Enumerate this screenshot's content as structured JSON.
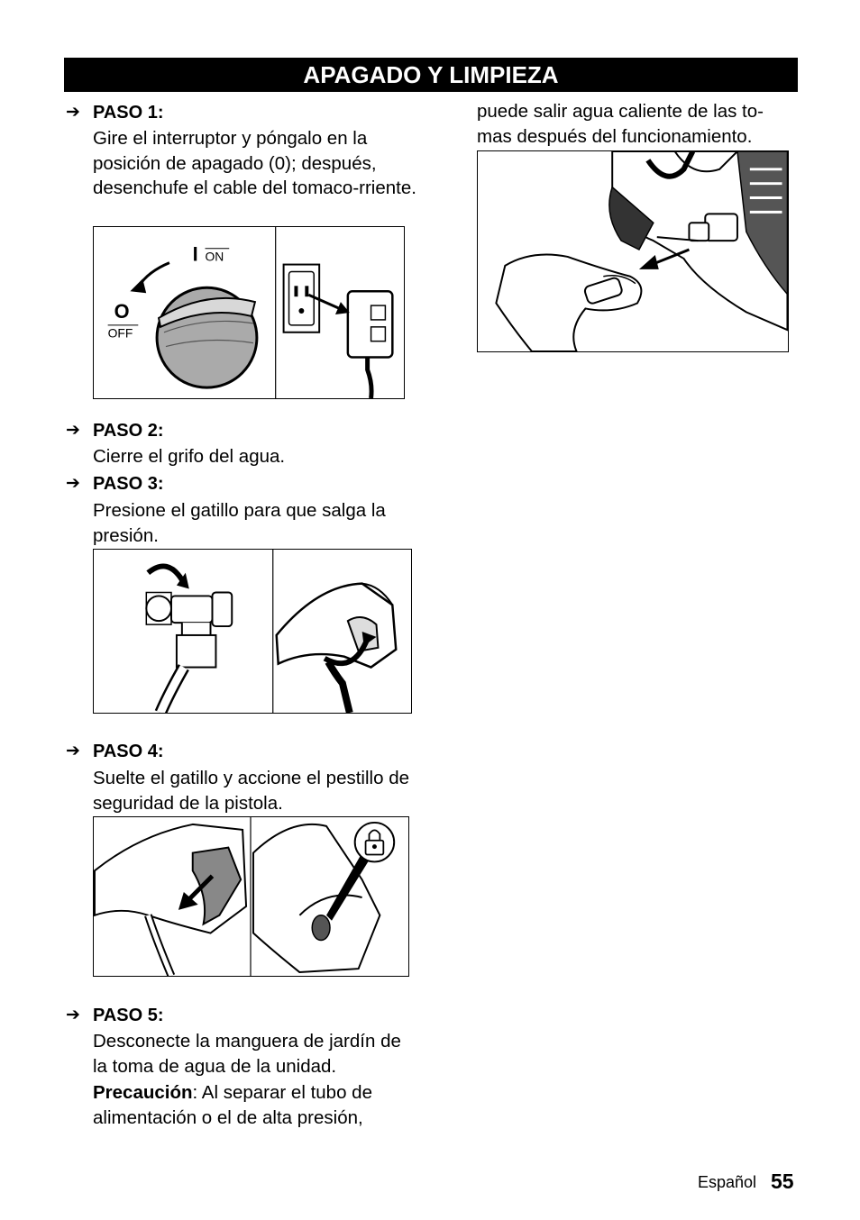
{
  "header": {
    "title": "APAGADO Y LIMPIEZA"
  },
  "steps": [
    {
      "arrow": "➔",
      "label": "PASO 1:",
      "text": "Gire el interruptor y póngalo en la posición de apagado (0); después, desenchufe el cable del tomaco-rriente."
    },
    {
      "arrow": "➔",
      "label": "PASO 2:",
      "text": "Cierre el grifo del agua."
    },
    {
      "arrow": "➔",
      "label": "PASO 3:",
      "text": "Presione el gatillo para que salga la presión."
    },
    {
      "arrow": "➔",
      "label": "PASO 4:",
      "text": "Suelte el gatillo y accione el pestillo de seguridad de la pistola."
    },
    {
      "arrow": "➔",
      "label": "PASO 5:",
      "text": "Desconecte la manguera de jardín de la toma de agua de la unidad."
    }
  ],
  "caution": {
    "label": "Precaución",
    "text": ": Al separar el tubo de alimentación o el de alta presión,"
  },
  "right_column": {
    "text": "puede salir agua caliente de las to-mas después del funcionamiento."
  },
  "switch_labels": {
    "on_symbol": "I",
    "on": "ON",
    "off_symbol": "O",
    "off": "OFF"
  },
  "footer": {
    "language": "Español",
    "page": "55"
  }
}
